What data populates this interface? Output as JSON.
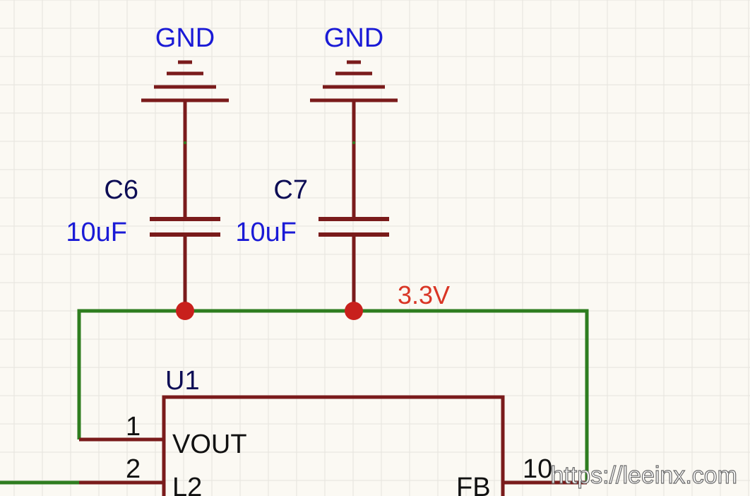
{
  "colors": {
    "background": "#fbf9f3",
    "grid": "#e6e4de",
    "component": "#7a1b1b",
    "wire": "#2e7d1f",
    "junction": "#c8201c",
    "label_blue": "#1a1ad6",
    "net_label": "#d93525"
  },
  "power_symbols": [
    {
      "net": "GND"
    },
    {
      "net": "GND"
    }
  ],
  "capacitors": [
    {
      "designator": "C6",
      "value": "10uF"
    },
    {
      "designator": "C7",
      "value": "10uF"
    }
  ],
  "net_label": "3.3V",
  "ic": {
    "designator": "U1",
    "pins": [
      {
        "number": "1",
        "name": "VOUT"
      },
      {
        "number": "2",
        "name": "L2"
      },
      {
        "number": "10",
        "name": "FB"
      }
    ]
  },
  "watermark": "https://leeinx.com"
}
